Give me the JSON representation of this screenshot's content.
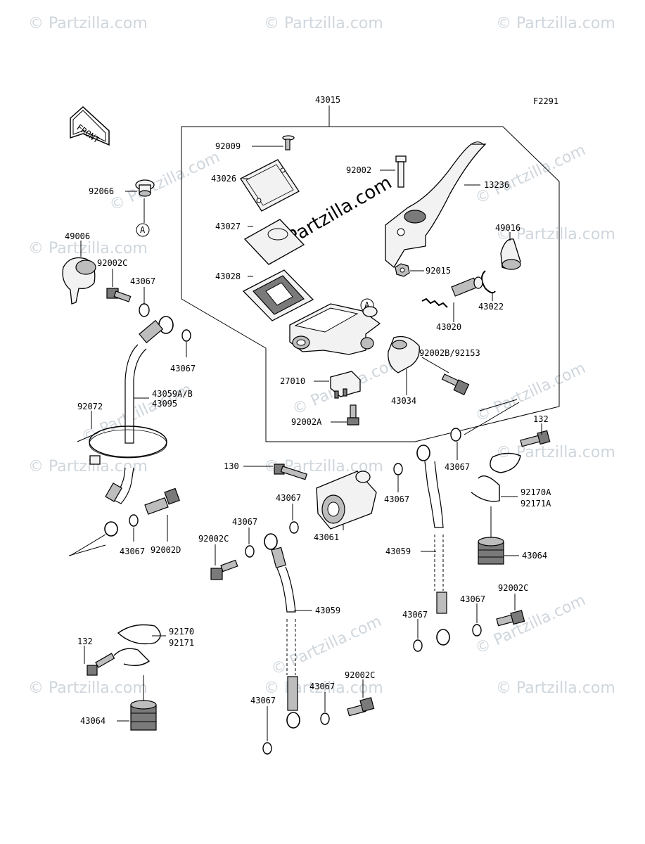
{
  "figure_code": "F2291",
  "front_label": "FRONT",
  "watermark": "© Partzilla.com",
  "callout_a": "A",
  "labels": {
    "p43015": "43015",
    "p92009": "92009",
    "p43026": "43026",
    "p92002": "92002",
    "p13236": "13236",
    "p92066": "92066",
    "p43027": "43027",
    "p49016": "49016",
    "p49006": "49006",
    "p92015": "92015",
    "p92002C_a": "92002C",
    "p43028": "43028",
    "p43022": "43022",
    "p43067_a": "43067",
    "p43020": "43020",
    "p43067_b": "43067",
    "p92002B": "92002B/92153",
    "p43059AB": "43059A/B",
    "p43095": "43095",
    "p27010": "27010",
    "p43034": "43034",
    "p92072": "92072",
    "p92002A": "92002A",
    "p132_a": "132",
    "p130": "130",
    "p43067_c": "43067",
    "p92170A": "92170A",
    "p92171A": "92171A",
    "p43067_d": "43067",
    "p43067_e": "43067",
    "p43061": "43061",
    "p43067_f": "43067",
    "p92002D": "92002D",
    "p43067_g": "43067",
    "p92002C_b": "92002C",
    "p43059_a": "43059",
    "p43064_a": "43064",
    "p92002C_c": "92002C",
    "p43067_h": "43067",
    "p43059_b": "43059",
    "p43067_i": "43067",
    "p92170": "92170",
    "p92171": "92171",
    "p132_b": "132",
    "p92002C_d": "92002C",
    "p43067_j": "43067",
    "p43067_k": "43067",
    "p43064_b": "43064"
  }
}
